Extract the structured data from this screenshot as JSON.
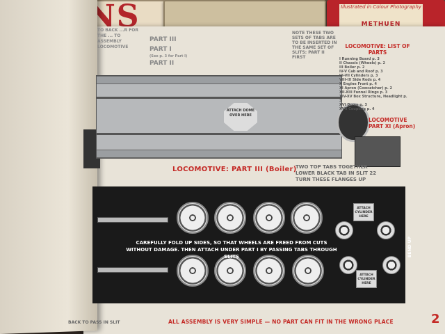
{
  "books": {
    "trains_title": "INS",
    "methuen_label": "Illustrated in Colour Photography",
    "methuen_publisher": "METHUEN"
  },
  "instructions": {
    "top_left": "TO BACK ...R FOR THE ... TO ASSEMBLY LOCOMOTIVE",
    "part_iii": "PART III",
    "part_i": "PART I",
    "part_i_sub": "(See p. 3 for Part I)",
    "part_ii": "PART II",
    "tabs_note": "NOTE THESE TWO SETS OF TABS ARE TO BE INSERTED IN THE SAME SET OF SLITS: PART II FIRST"
  },
  "parts_list": {
    "title": "LOCOMOTIVE: LIST OF PARTS",
    "items": [
      "I Running Board p. 3",
      "II Chassis (Wheels) p. 2",
      "III Boiler p. 2",
      "IV-V Cab and Roof p. 3",
      "VI-VII Cylinders p. 3",
      "VIII-IX Side Rods p. 4",
      "X Engine Front p. 4",
      "XI Apron (Cowcatcher) p. 2",
      "XII-XIII Funnel Rings p. 3",
      "XIV-XV Box Structure, Headlight p. 3",
      "XVI Dome p. 3",
      "XVII Coupling p. 4"
    ]
  },
  "loco_xi": "LOCOMOTIVE PART XI (Apron)",
  "boiler": {
    "attach_dome": "ATTACH DOME OVER HERE",
    "caption": "LOCOMOTIVE: PART III (Boiler)",
    "tabs_together": "TWO TOP TABS TOGETHER LOWER BLACK TAB IN SLIT 22 TURN THESE FLANGES UP"
  },
  "chassis": {
    "fold_note": "CAREFULLY FOLD UP SIDES, SO THAT WHEELS ARE FREED FROM CUTS WITHOUT DAMAGE. THEN ATTACH UNDER PART I BY PASSING TABS THROUGH SLITS",
    "attach_cylinder": "ATTACH CYLINDER HERE",
    "bend_up": "BEND UP"
  },
  "footer": {
    "assembly": "ALL ASSEMBLY IS VERY SIMPLE — NO PART CAN FIT IN THE WRONG PLACE",
    "page_number": "2",
    "back_note": "BACK TO PASS IN SLIT"
  },
  "colors": {
    "accent_red": "#c42a26",
    "paper": "#e8e3d8",
    "ink": "#1a1a1a"
  }
}
